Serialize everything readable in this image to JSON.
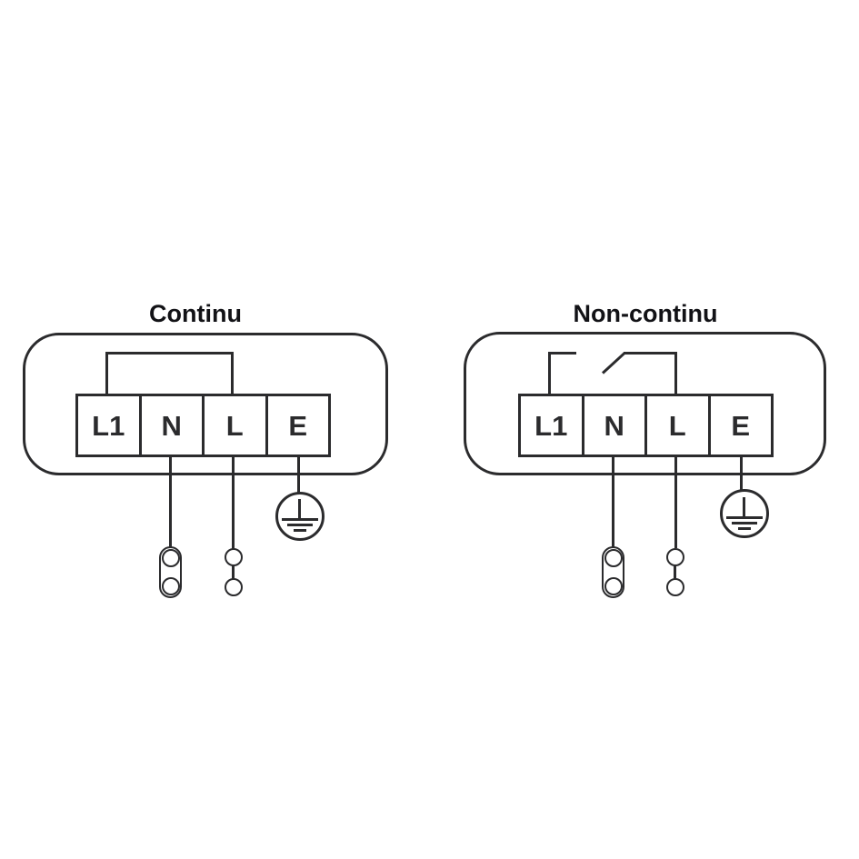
{
  "canvas": {
    "background": "#ffffff",
    "line_color": "#2b2b2d",
    "title_color": "#121216"
  },
  "diagrams": [
    {
      "title": "Continu",
      "link_type": "closed-jumper",
      "terminals": [
        "L1",
        "N",
        "L",
        "E"
      ],
      "earth_icon": "protective-earth",
      "neutral_connector_icon": "pill-double-circle-connector",
      "live_connector_icon": "linked-double-circle-connector"
    },
    {
      "title": "Non-continu",
      "link_type": "open-switch",
      "terminals": [
        "L1",
        "N",
        "L",
        "E"
      ],
      "earth_icon": "protective-earth",
      "neutral_connector_icon": "pill-double-circle-connector",
      "live_connector_icon": "linked-double-circle-connector"
    }
  ]
}
